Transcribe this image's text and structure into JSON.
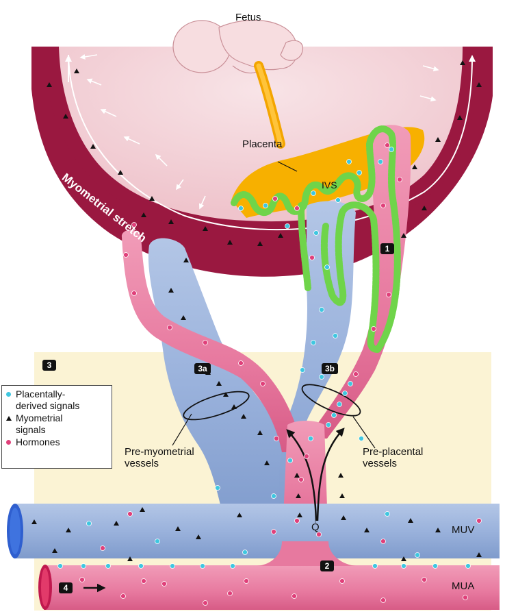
{
  "labels": {
    "fetus": "Fetus",
    "placenta": "Placenta",
    "ivs": "IVS",
    "myometrial_stretch": "Myometrial stretch",
    "pre_myometrial": "Pre-myometrial\nvessels",
    "pre_placental": "Pre-placental\nvessels",
    "muv": "MUV",
    "mua": "MUA",
    "q": "Q̇"
  },
  "badges": {
    "b1": "1",
    "b2": "2",
    "b3": "3",
    "b3a": "3a",
    "b3b": "3b",
    "b4": "4"
  },
  "legend": {
    "items": [
      {
        "marker": "dot",
        "color": "#3fc7e0",
        "text": "Placentally-\nderived signals"
      },
      {
        "marker": "triangle",
        "color": "#111111",
        "text": "Myometrial\nsignals"
      },
      {
        "marker": "dot",
        "color": "#e0407a",
        "text": "Hormones"
      }
    ]
  },
  "colors": {
    "panel_bg": "#fbf3d4",
    "uterine_wall": "#9a1840",
    "uterine_inner": "#f3d2d6",
    "vein_blue": "#9cb4dc",
    "artery_pink": "#ec84a6",
    "placenta_gold": "#f7b000",
    "villus_green": "#7ddc5a",
    "cyan_signal": "#3fc7e0",
    "magenta_hormone": "#e0407a",
    "fetus_skin": "#f7dde0"
  }
}
